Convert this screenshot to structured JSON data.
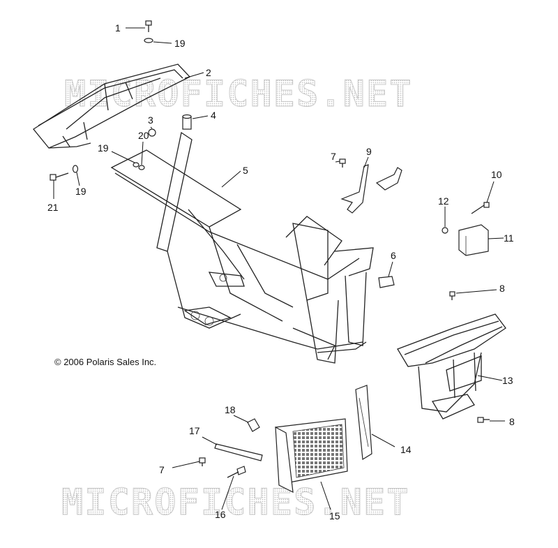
{
  "watermarks": [
    "MICROFICHES.NET",
    "MICROFICHES.NET"
  ],
  "copyright": "© 2006 Polaris Sales Inc.",
  "callouts": [
    "1",
    "19",
    "2",
    "3",
    "4",
    "20",
    "19",
    "21",
    "19",
    "5",
    "7",
    "9",
    "10",
    "12",
    "11",
    "6",
    "8",
    "13",
    "8",
    "18",
    "17",
    "14",
    "7",
    "16",
    "15"
  ]
}
